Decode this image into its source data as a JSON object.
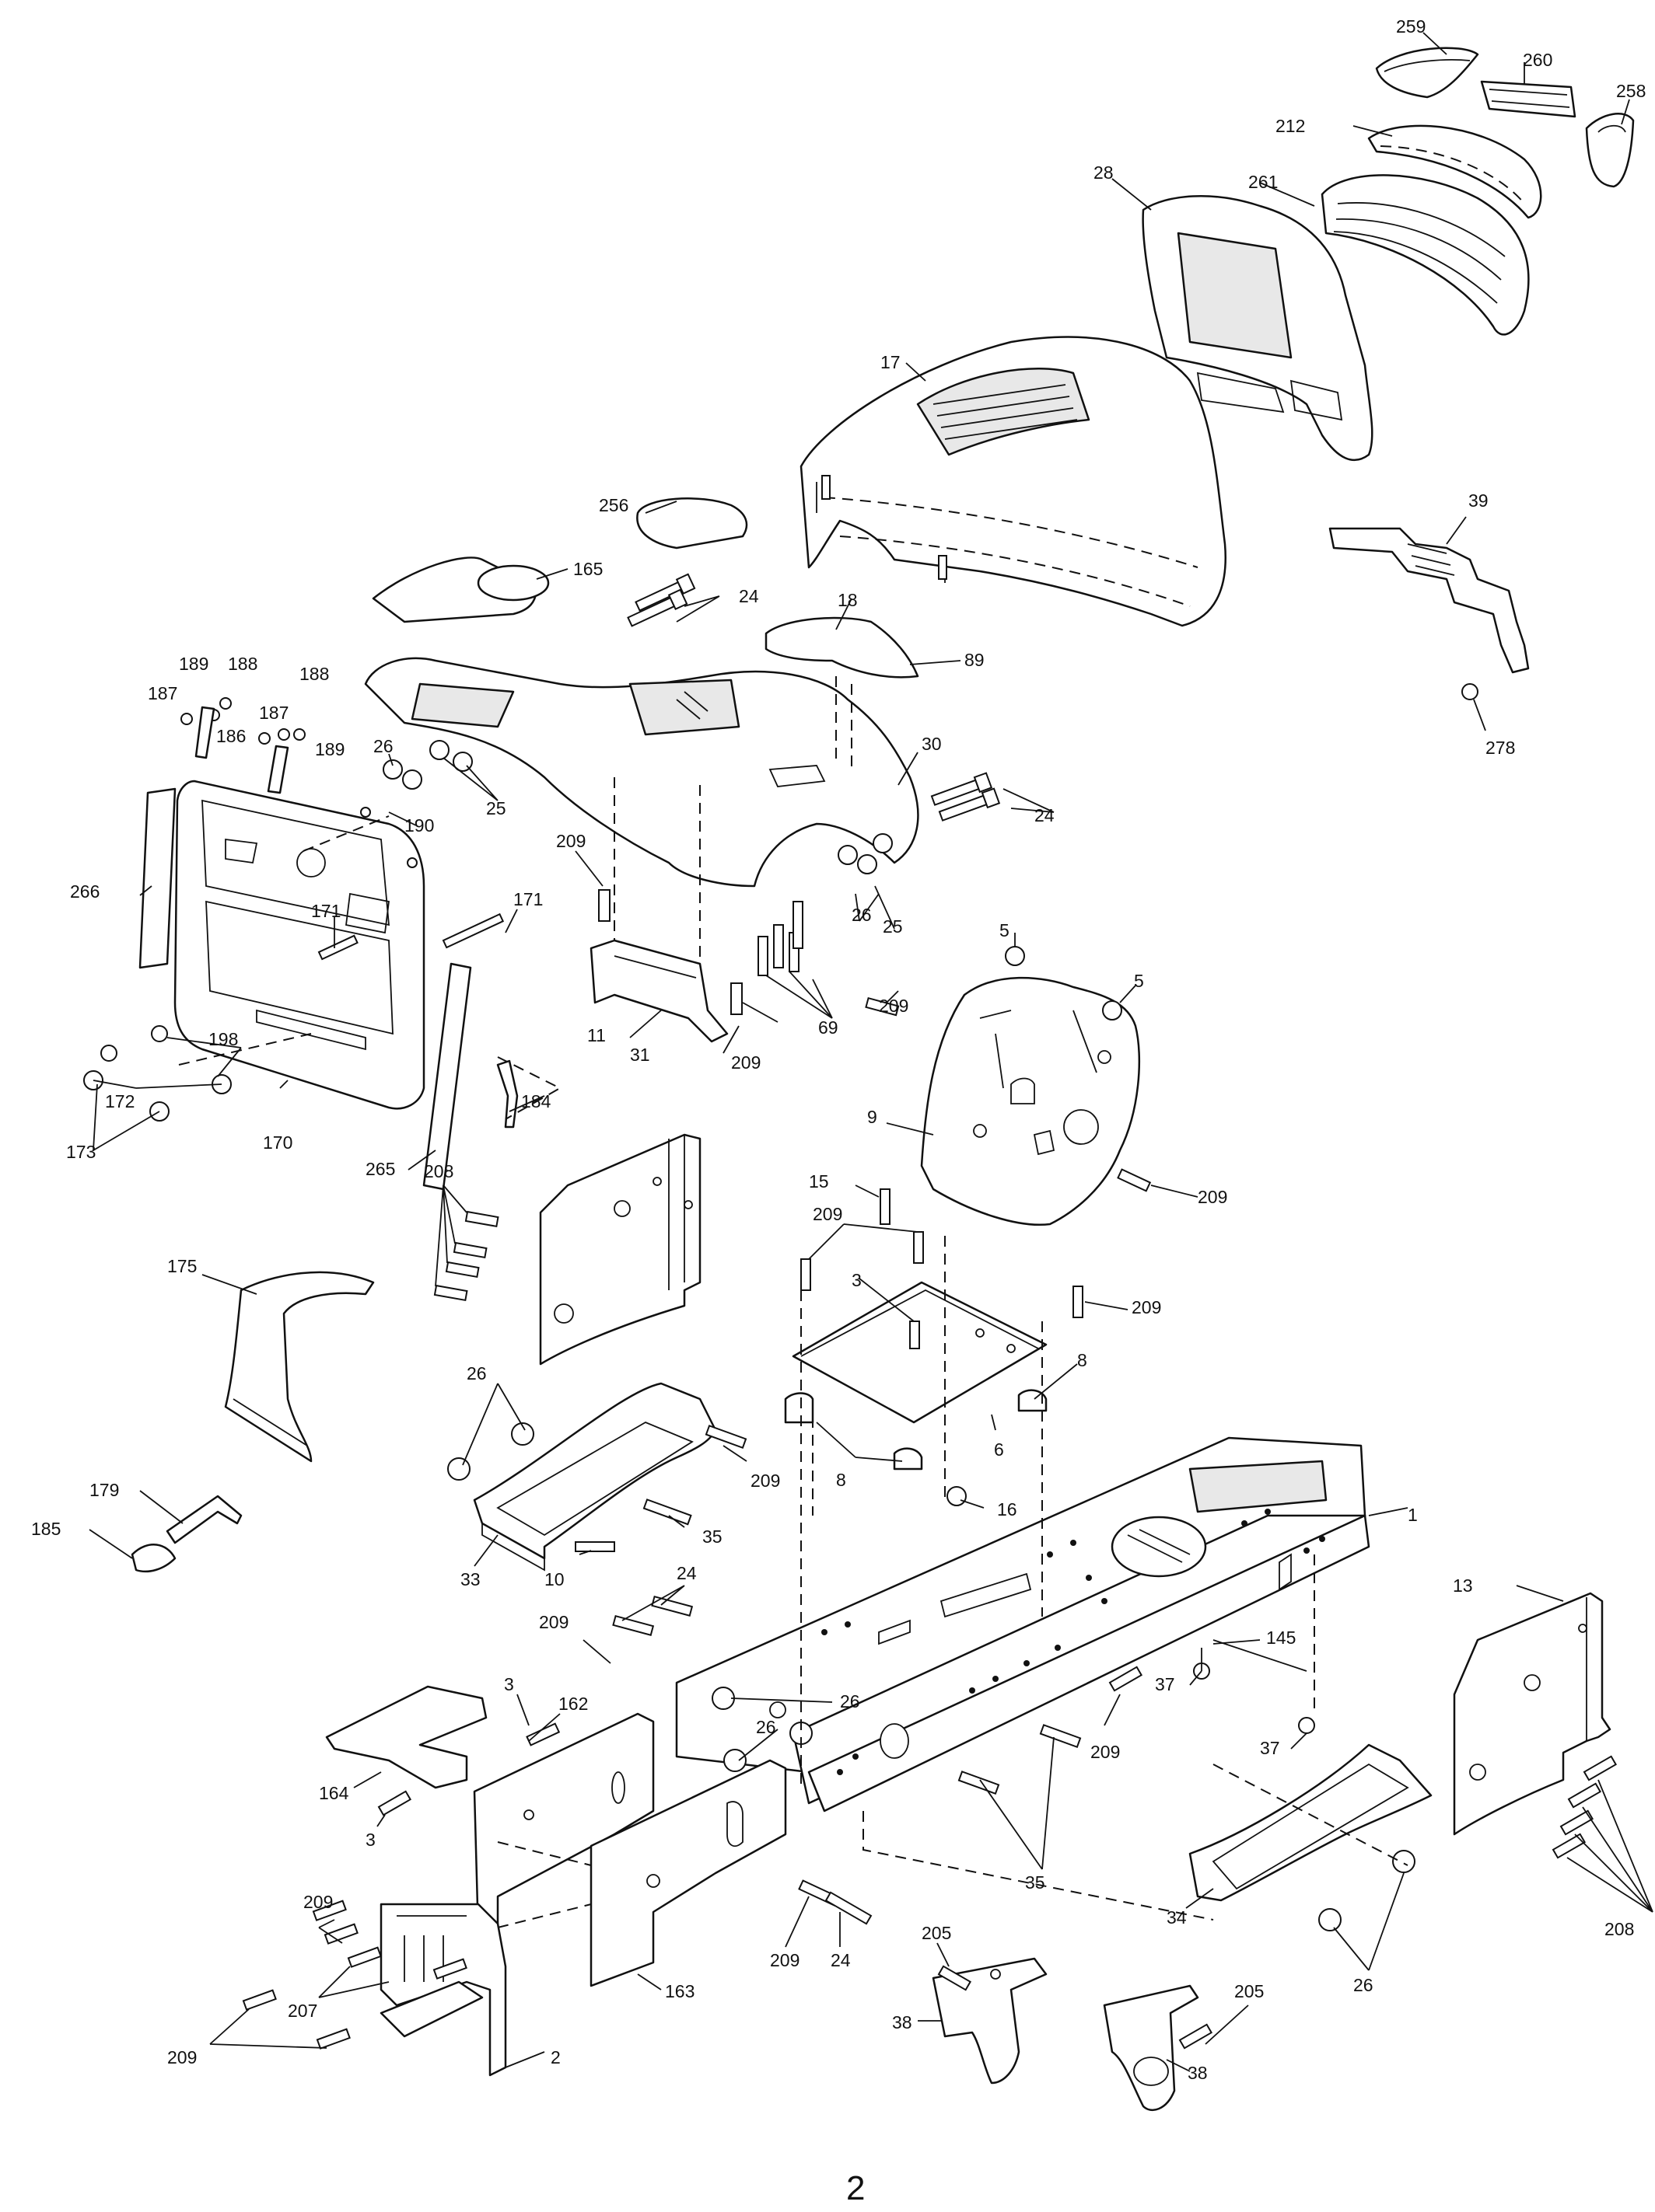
{
  "page": {
    "number": "2"
  },
  "callouts": {
    "c259": "259",
    "c260": "260",
    "c258": "258",
    "c212": "212",
    "c28": "28",
    "c261": "261",
    "c17": "17",
    "c18": "18",
    "c39": "39",
    "c278": "278",
    "c256": "256",
    "c165": "165",
    "c24a": "24",
    "c89": "89",
    "c30": "30",
    "c24b": "24",
    "c189a": "189",
    "c188a": "188",
    "c187a": "187",
    "c186": "186",
    "c187b": "187",
    "c188b": "188",
    "c189b": "189",
    "c26a": "26",
    "c25a": "25",
    "c190": "190",
    "c266": "266",
    "c171a": "171",
    "c171b": "171",
    "c209a": "209",
    "c26b": "26",
    "c25b": "25",
    "c5a": "5",
    "c5b": "5",
    "c69": "69",
    "c209b": "209",
    "c31": "31",
    "c209c": "209",
    "c198": "198",
    "c172": "172",
    "c173": "173",
    "c170": "170",
    "c184": "184",
    "c265": "265",
    "c9": "9",
    "c11": "11",
    "c15": "15",
    "c209d": "209",
    "c208a": "208",
    "c175": "175",
    "c209e": "209",
    "c3a": "3",
    "c209f": "209",
    "c8a": "8",
    "c26c": "26",
    "c209g": "209",
    "c6": "6",
    "c8b": "8",
    "c179": "179",
    "c185": "185",
    "c35a": "35",
    "c16": "16",
    "c1": "1",
    "c33": "33",
    "c10": "10",
    "c24c": "24",
    "c209h": "209",
    "c13": "13",
    "c145": "145",
    "c3b": "3",
    "c162": "162",
    "c26d": "26",
    "c26e": "26",
    "c37a": "37",
    "c209i": "209",
    "c37b": "37",
    "c164": "164",
    "c3c": "3",
    "c35b": "35",
    "c34": "34",
    "c208b": "208",
    "c209j": "209",
    "c209k": "209",
    "c24d": "24",
    "c26f": "26",
    "c207": "207",
    "c163": "163",
    "c205a": "205",
    "c205b": "205",
    "c209l": "209",
    "c2": "2",
    "c38a": "38",
    "c38b": "38"
  }
}
